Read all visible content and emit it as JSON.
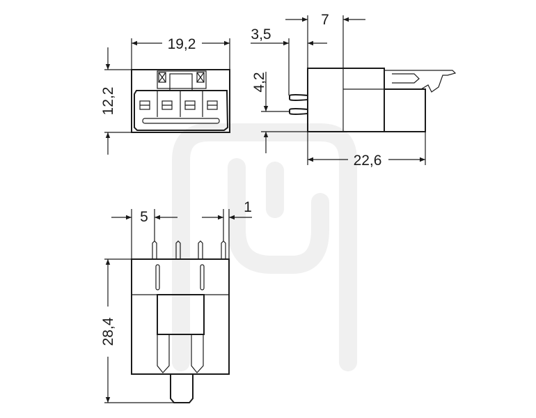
{
  "drawing": {
    "front_view": {
      "width_label": "19,2",
      "height_label": "12,2"
    },
    "side_view": {
      "pin_offset_label": "3,5",
      "body_offset_label": "7",
      "pin_spacing_label": "4,2",
      "length_label": "22,6"
    },
    "bottom_view": {
      "pitch_label": "5",
      "pin_width_label": "1",
      "height_label": "28,4"
    }
  },
  "colors": {
    "line": "#1a1a1a",
    "watermark": "#f0f0f0"
  }
}
